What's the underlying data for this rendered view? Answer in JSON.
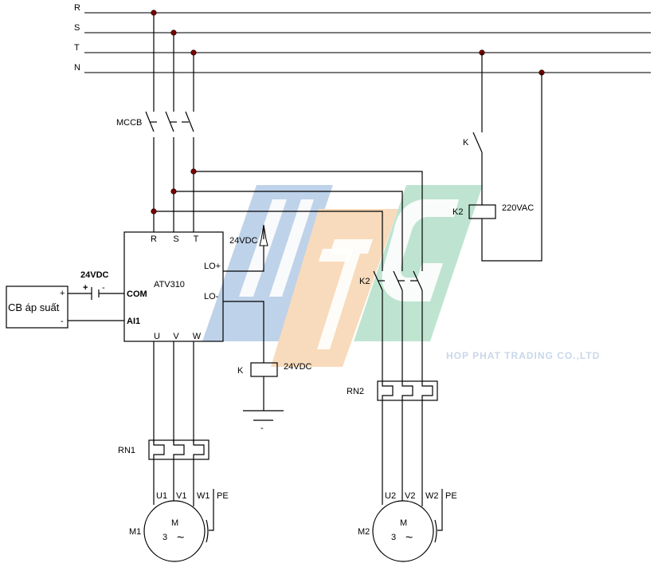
{
  "bus": {
    "lines": [
      "R",
      "S",
      "T",
      "N"
    ]
  },
  "mccb": {
    "label": "MCCB"
  },
  "vfd": {
    "model": "ATV310",
    "inputs": [
      "R",
      "S",
      "T"
    ],
    "outputs": [
      "U",
      "V",
      "W"
    ],
    "lo_plus": "LO+",
    "lo_minus": "LO-",
    "com": "COM",
    "ai1": "AI1",
    "supply_label": "24VDC"
  },
  "sensor": {
    "label": "CB áp suất",
    "plus": "+",
    "minus": "-",
    "battery_label": "24VDC",
    "battery_plus": "+",
    "battery_minus": "-"
  },
  "relay_k": {
    "label": "K",
    "voltage": "24VDC",
    "ground_minus": "-"
  },
  "contactor_k2": {
    "coil_label": "K2",
    "coil_voltage": "220VAC",
    "contact_label": "K2",
    "aux_contact_label": "K"
  },
  "overloads": [
    "RN1",
    "RN2"
  ],
  "motors": [
    {
      "label": "M1",
      "terminals": [
        "U1",
        "V1",
        "W1"
      ],
      "pe": "PE",
      "symbol": "M",
      "phase": "3",
      "ac": "~"
    },
    {
      "label": "M2",
      "terminals": [
        "U2",
        "V2",
        "W2"
      ],
      "pe": "PE",
      "symbol": "M",
      "phase": "3",
      "ac": "~"
    }
  ],
  "watermark": {
    "logo": "HTG",
    "company": "HOP PHAT TRADING CO.,LTD",
    "colors": {
      "blue": "#a9c3e2",
      "orange": "#f6cfa6",
      "green": "#a9dcc2"
    }
  },
  "colors": {
    "wire": "#000000",
    "bus": "#7a7a7a",
    "junction": "#7a0000"
  }
}
